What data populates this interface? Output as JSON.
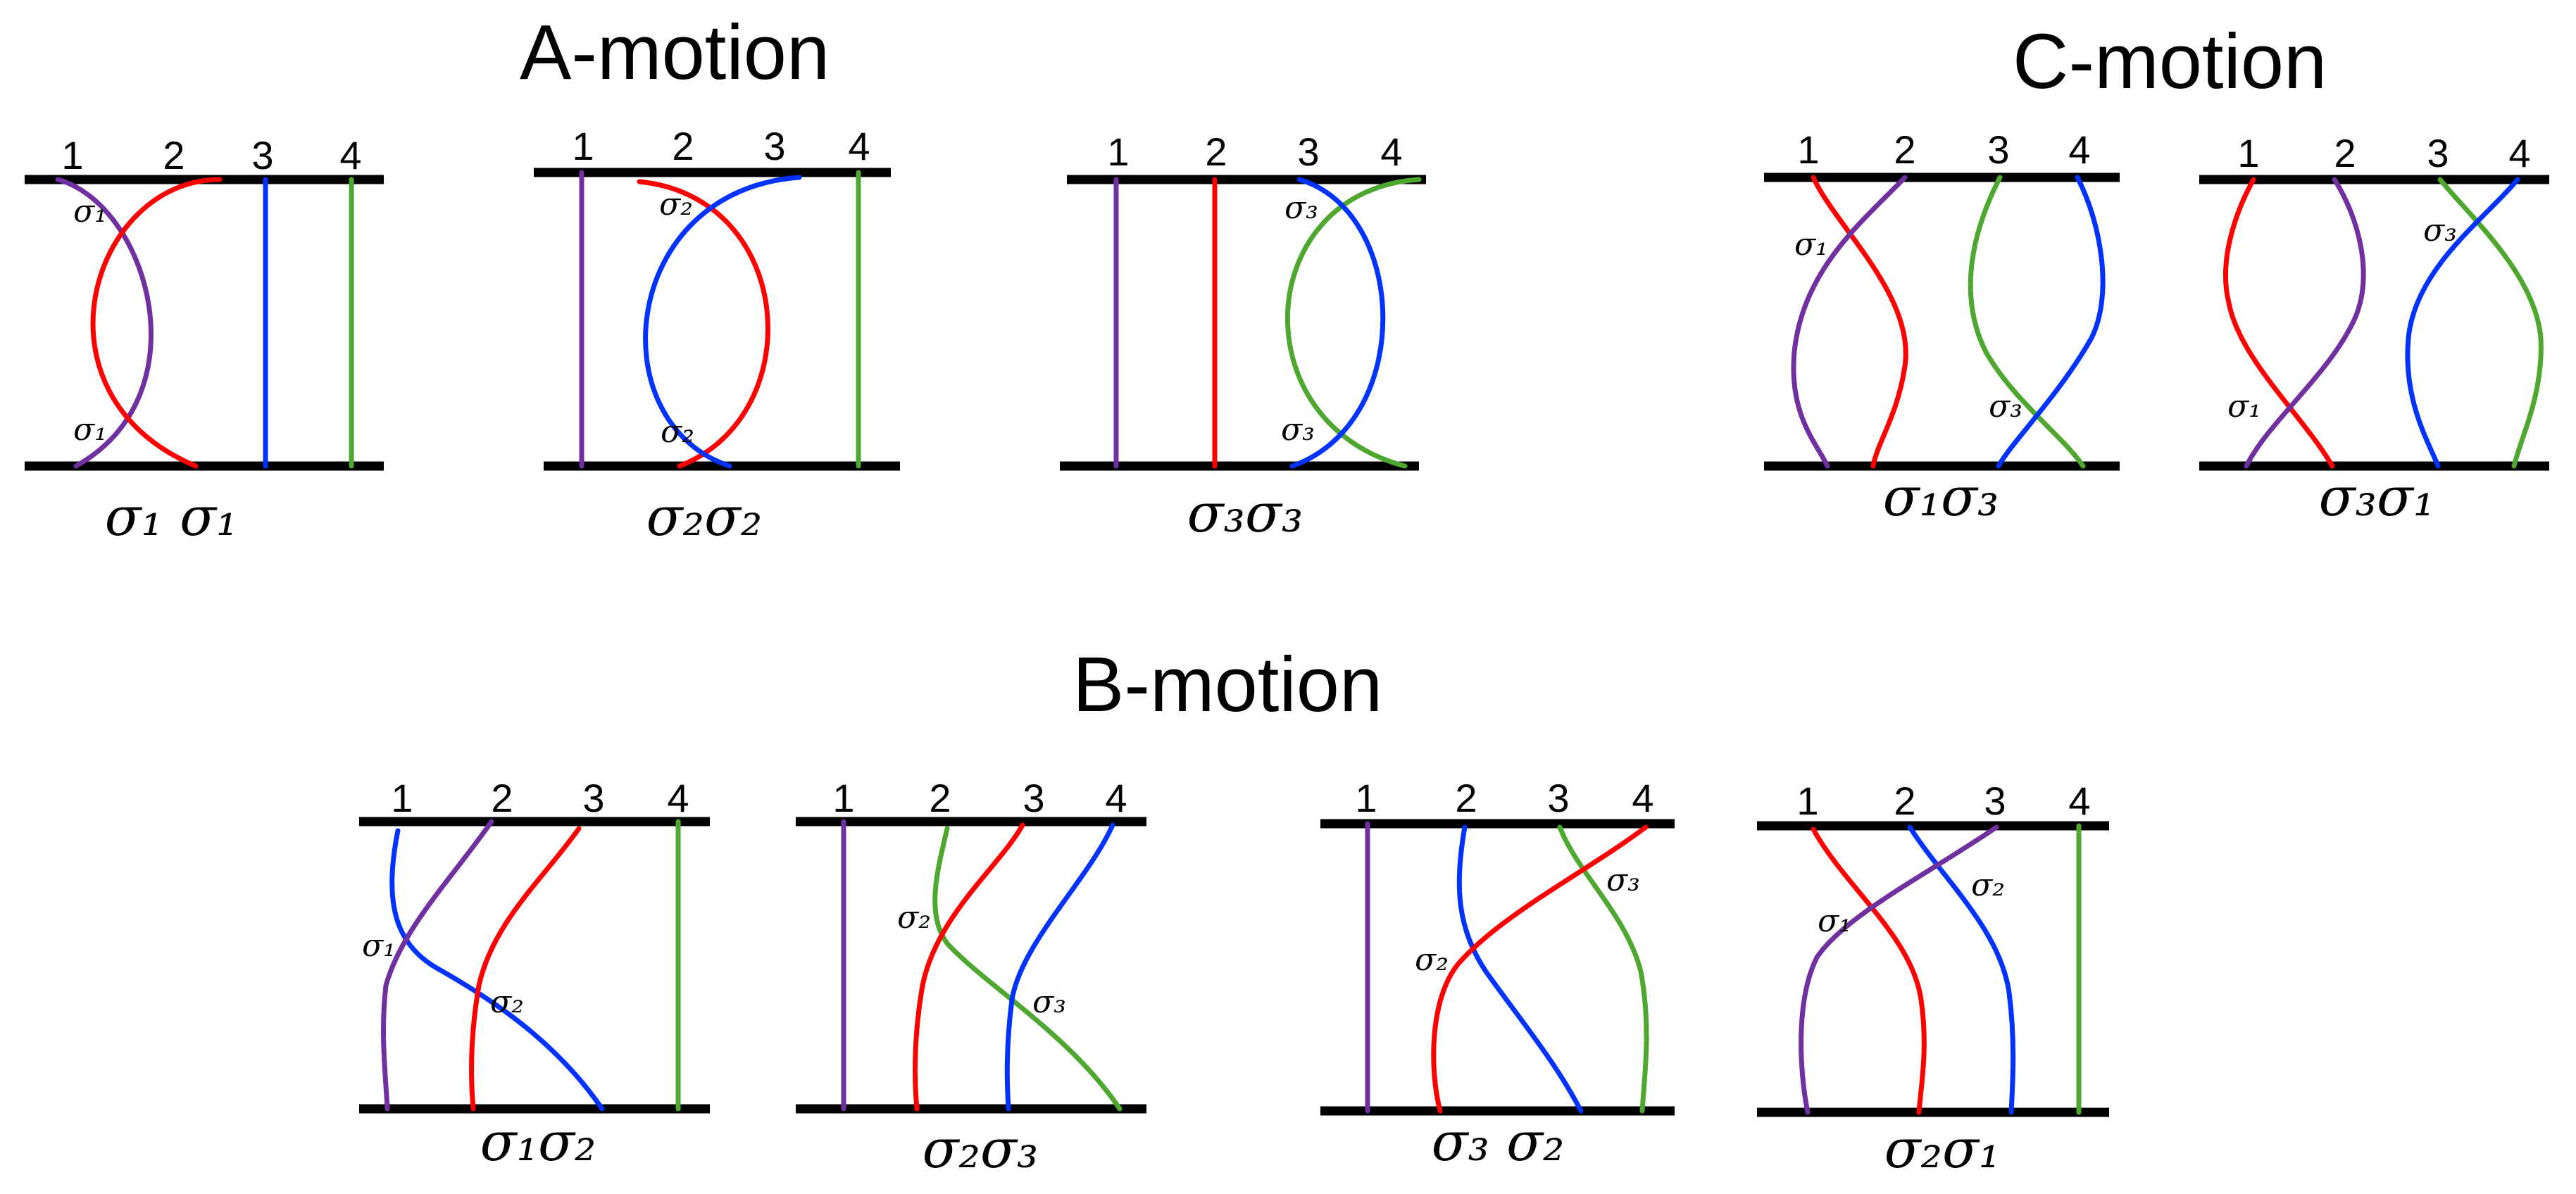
{
  "colors": {
    "purple": "#7030a0",
    "red": "#ff0000",
    "blue": "#0033ff",
    "green": "#4ea72e",
    "black": "#000000"
  },
  "sections": [
    {
      "title": "A-motion"
    },
    {
      "title": "B-motion"
    },
    {
      "title": "C-motion"
    }
  ],
  "panels": [
    {
      "id": "a1",
      "section": "A-motion",
      "numbers": [
        "1",
        "2",
        "3",
        "4"
      ],
      "word": "σ₁ σ₁",
      "labels": [
        "σ₁",
        "σ₁"
      ],
      "strands": [
        {
          "color": "purple",
          "from": "1",
          "to": "1"
        },
        {
          "color": "red",
          "from": "2",
          "to": "2"
        },
        {
          "color": "blue",
          "from": "3",
          "to": "3"
        },
        {
          "color": "green",
          "from": "4",
          "to": "4"
        }
      ]
    },
    {
      "id": "a2",
      "section": "A-motion",
      "numbers": [
        "1",
        "2",
        "3",
        "4"
      ],
      "word": "σ₂σ₂",
      "labels": [
        "σ₂",
        "σ₂"
      ],
      "strands": [
        {
          "color": "purple",
          "from": "1",
          "to": "1"
        },
        {
          "color": "red",
          "from": "2",
          "to": "2"
        },
        {
          "color": "blue",
          "from": "3",
          "to": "3"
        },
        {
          "color": "green",
          "from": "4",
          "to": "4"
        }
      ]
    },
    {
      "id": "a3",
      "section": "A-motion",
      "numbers": [
        "1",
        "2",
        "3",
        "4"
      ],
      "word": "σ₃σ₃",
      "labels": [
        "σ₃",
        "σ₃"
      ],
      "strands": [
        {
          "color": "purple",
          "from": "1",
          "to": "1"
        },
        {
          "color": "red",
          "from": "2",
          "to": "2"
        },
        {
          "color": "blue",
          "from": "3",
          "to": "3"
        },
        {
          "color": "green",
          "from": "4",
          "to": "4"
        }
      ]
    },
    {
      "id": "c1",
      "section": "C-motion",
      "numbers": [
        "1",
        "2",
        "3",
        "4"
      ],
      "word": "σ₁σ₃",
      "labels": [
        "σ₁",
        "σ₃"
      ],
      "strands": [
        {
          "color": "red",
          "from": "1",
          "to": "2"
        },
        {
          "color": "purple",
          "from": "2",
          "to": "1"
        },
        {
          "color": "green",
          "from": "3",
          "to": "4"
        },
        {
          "color": "blue",
          "from": "4",
          "to": "3"
        }
      ]
    },
    {
      "id": "c2",
      "section": "C-motion",
      "numbers": [
        "1",
        "2",
        "3",
        "4"
      ],
      "word": "σ₃σ₁",
      "labels": [
        "σ₃",
        "σ₁"
      ],
      "strands": [
        {
          "color": "red",
          "from": "1",
          "to": "2"
        },
        {
          "color": "purple",
          "from": "2",
          "to": "1"
        },
        {
          "color": "green",
          "from": "3",
          "to": "4"
        },
        {
          "color": "blue",
          "from": "4",
          "to": "3"
        }
      ]
    },
    {
      "id": "b1",
      "section": "B-motion",
      "numbers": [
        "1",
        "2",
        "3",
        "4"
      ],
      "word": "σ₁σ₂",
      "labels": [
        "σ₁",
        "σ₂"
      ],
      "strands": [
        {
          "color": "blue",
          "from": "1",
          "to": "3"
        },
        {
          "color": "purple",
          "from": "2",
          "to": "1"
        },
        {
          "color": "red",
          "from": "3",
          "to": "2"
        },
        {
          "color": "green",
          "from": "4",
          "to": "4"
        }
      ]
    },
    {
      "id": "b2",
      "section": "B-motion",
      "numbers": [
        "1",
        "2",
        "3",
        "4"
      ],
      "word": "σ₂σ₃",
      "labels": [
        "σ₂",
        "σ₃"
      ],
      "strands": [
        {
          "color": "purple",
          "from": "1",
          "to": "1"
        },
        {
          "color": "green",
          "from": "2",
          "to": "4"
        },
        {
          "color": "red",
          "from": "3",
          "to": "2"
        },
        {
          "color": "blue",
          "from": "4",
          "to": "3"
        }
      ]
    },
    {
      "id": "b3",
      "section": "B-motion",
      "numbers": [
        "1",
        "2",
        "3",
        "4"
      ],
      "word": "σ₃ σ₂",
      "labels": [
        "σ₃",
        "σ₂"
      ],
      "strands": [
        {
          "color": "purple",
          "from": "1",
          "to": "1"
        },
        {
          "color": "blue",
          "from": "2",
          "to": "3"
        },
        {
          "color": "green",
          "from": "3",
          "to": "4"
        },
        {
          "color": "red",
          "from": "4",
          "to": "2"
        }
      ]
    },
    {
      "id": "b4",
      "section": "B-motion",
      "numbers": [
        "1",
        "2",
        "3",
        "4"
      ],
      "word": "σ₂σ₁",
      "labels": [
        "σ₁",
        "σ₂"
      ],
      "strands": [
        {
          "color": "red",
          "from": "1",
          "to": "2"
        },
        {
          "color": "blue",
          "from": "2",
          "to": "3"
        },
        {
          "color": "purple",
          "from": "3",
          "to": "1"
        },
        {
          "color": "green",
          "from": "4",
          "to": "4"
        }
      ]
    }
  ]
}
